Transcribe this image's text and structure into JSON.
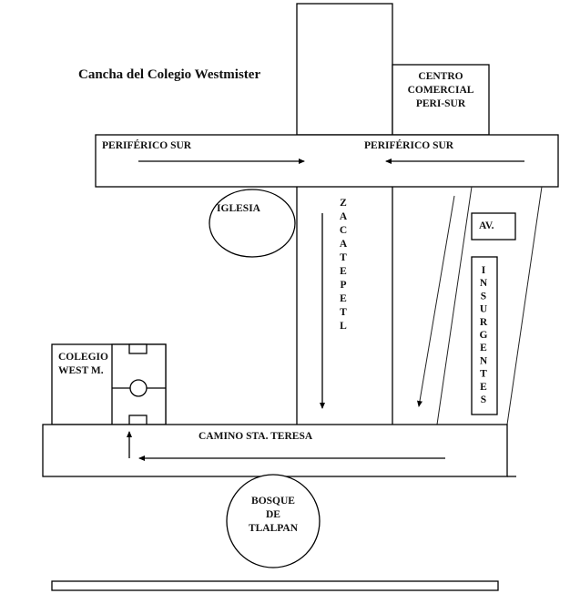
{
  "map": {
    "title": "Cancha del Colegio  Westmister",
    "colors": {
      "line": "#000000",
      "text": "#111111",
      "background": "#ffffff"
    },
    "landmarks": {
      "centro_comercial": [
        "CENTRO",
        "COMERCIAL",
        "PERI-SUR"
      ],
      "iglesia": "IGLESIA",
      "colegio": [
        "COLEGIO",
        "WEST M."
      ],
      "bosque": [
        "BOSQUE",
        "DE",
        "TLALPAN"
      ]
    },
    "streets": {
      "periferico_west": "PERIFÉRICO SUR",
      "periferico_east": "PERIFÉRICO SUR",
      "zacatepetl": [
        "Z",
        "A",
        "C",
        "A",
        "T",
        "E",
        "P",
        "E",
        "T",
        "L"
      ],
      "insurgentes_prefix": "AV.",
      "insurgentes": [
        "I",
        "N",
        "S",
        "U",
        "R",
        "G",
        "E",
        "N",
        "T",
        "E",
        "S"
      ],
      "camino": "CAMINO STA. TERESA"
    },
    "directions": {
      "periferico_west": "east",
      "periferico_east": "west",
      "zacatepetl": "south",
      "insurgentes": "south",
      "camino": "west",
      "colegio_entrance": "north"
    }
  }
}
